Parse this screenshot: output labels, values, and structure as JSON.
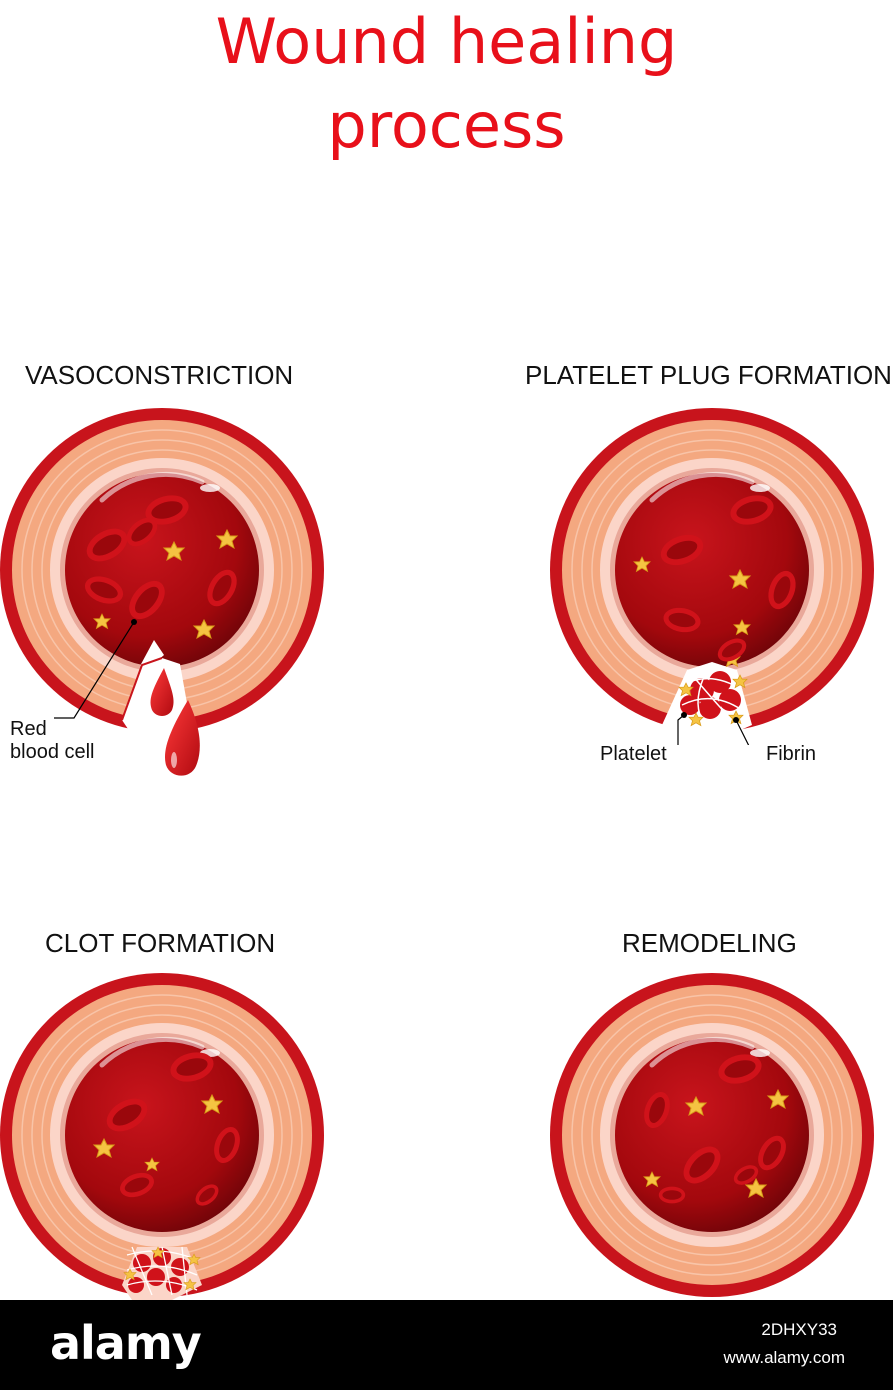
{
  "title": {
    "line1": "Wound healing",
    "line2": "process"
  },
  "stages": [
    {
      "label": "VASOCONSTRICTION"
    },
    {
      "label": "PLATELET PLUG FORMATION"
    },
    {
      "label": "CLOT FORMATION"
    },
    {
      "label": "REMODELING"
    }
  ],
  "callouts": {
    "red_blood_cell_line1": "Red",
    "red_blood_cell_line2": "blood cell",
    "platelet": "Platelet",
    "fibrin": "Fibrin"
  },
  "footer": {
    "logo": "alamy",
    "image_id": "2DHXY33",
    "site": "www.alamy.com"
  },
  "colors": {
    "title": "#e8101a",
    "outer_wall": "#c8141c",
    "muscle": "#f4a880",
    "endothelium": "#fbd5c8",
    "lumen": "#a3080d",
    "rbc": "#e0161c",
    "platelet": "#f5c342"
  }
}
